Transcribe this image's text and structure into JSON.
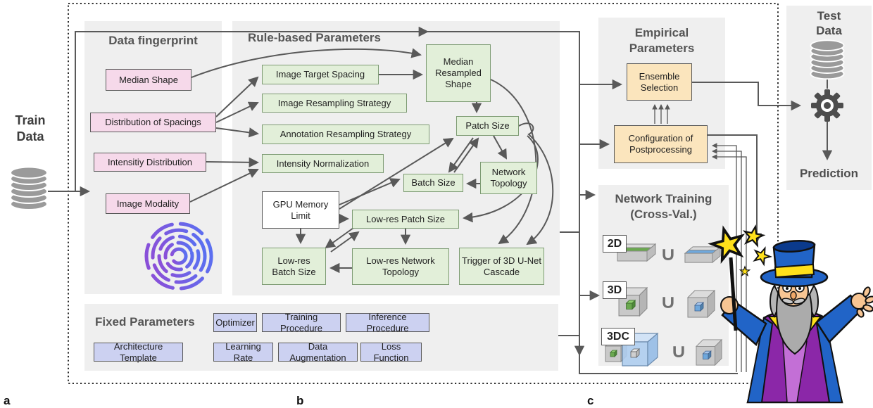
{
  "figure": {
    "letters": {
      "a": "a",
      "b": "b",
      "c": "c"
    }
  },
  "train": {
    "line1": "Train",
    "line2": "Data"
  },
  "fingerprint_panel": {
    "title": "Data fingerprint",
    "nodes": [
      {
        "label": "Median Shape"
      },
      {
        "label": "Distribution of Spacings"
      },
      {
        "label": "Intensitiy Distribution"
      },
      {
        "label": "Image Modality"
      }
    ]
  },
  "rule_panel": {
    "title": "Rule-based Parameters",
    "nodes": [
      {
        "label": "Image Target Spacing"
      },
      {
        "label": "Image Resampling Strategy"
      },
      {
        "label": "Annotation Resampling Strategy"
      },
      {
        "label": "Intensity Normalization"
      },
      {
        "label": "Median Resampled Shape"
      },
      {
        "label": "Patch Size"
      },
      {
        "label": "Network Topology"
      },
      {
        "label": "Batch Size"
      },
      {
        "label": "GPU Memory Limit"
      },
      {
        "label": "Low-res Patch Size"
      },
      {
        "label": "Low-res Batch Size"
      },
      {
        "label": "Low-res Network Topology"
      },
      {
        "label": "Trigger of 3D U-Net Cascade"
      }
    ]
  },
  "fixed_panel": {
    "title": "Fixed Parameters",
    "nodes": [
      {
        "label": "Optimizer"
      },
      {
        "label": "Training Procedure"
      },
      {
        "label": "Inference Procedure"
      },
      {
        "label": "Architecture Template"
      },
      {
        "label": "Learning Rate"
      },
      {
        "label": "Data Augmentation"
      },
      {
        "label": "Loss Function"
      }
    ]
  },
  "empirical_panel": {
    "title_line1": "Empirical",
    "title_line2": "Parameters",
    "nodes": [
      {
        "label": "Ensemble Selection"
      },
      {
        "label": "Configuration of Postprocessing"
      }
    ]
  },
  "training_panel": {
    "title_line1": "Network Training",
    "title_line2": "(Cross-Val.)",
    "union_symbol": "∪",
    "rows": [
      {
        "label": "2D"
      },
      {
        "label": "3D"
      },
      {
        "label": "3DC"
      }
    ]
  },
  "test_panel": {
    "title_line1": "Test",
    "title_line2": "Data",
    "prediction_label": "Prediction"
  },
  "colors": {
    "pink_node": "#f6d9ea",
    "green_node": "#e2efd9",
    "lavender_node": "#ccd1f1",
    "yellow_node": "#fbe5bd",
    "panel_bg": "#efefef",
    "arrow": "#595959",
    "fingerprint_start": "#8a4fd8",
    "fingerprint_end": "#5b6ff0"
  }
}
